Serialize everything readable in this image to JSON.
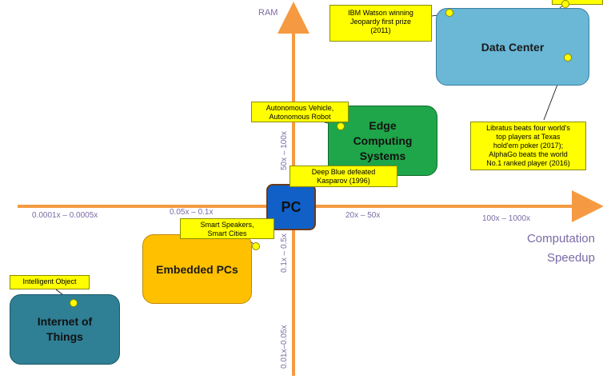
{
  "axes": {
    "y_label": "RAM",
    "x_label_line1": "Computation",
    "x_label_line2": "Speedup",
    "x_ticks": [
      "0.0001x – 0.0005x",
      "0.05x – 0.1x",
      "20x – 50x",
      "100x – 1000x"
    ],
    "y_ticks": [
      "50x – 100x",
      "0.1x – 0.5x",
      "0.01x–0.05x"
    ]
  },
  "nodes": {
    "data_center": "Data Center",
    "edge_line1": "Edge",
    "edge_line2": "Computing",
    "edge_line3": "Systems",
    "pc": "PC",
    "embedded": "Embedded PCs",
    "iot_line1": "Internet of",
    "iot_line2": "Things"
  },
  "callouts": {
    "watson_line1": "IBM Watson winning",
    "watson_line2": "Jeopardy first prize",
    "watson_line3": "(2011)",
    "auto_line1": "Autonomous Vehicle,",
    "auto_line2": "Autonomous Robot",
    "deepblue_line1": "Deep Blue defeated",
    "deepblue_line2": "Kasparov (1996)",
    "libratus_line1": "Libratus beats four world's",
    "libratus_line2": "top players at Texas",
    "libratus_line3": "hold'em poker (2017);",
    "libratus_line4": "AlphaGo beats the world",
    "libratus_line5": "No.1 ranked player (2016)",
    "speakers_line1": "Smart Speakers,",
    "speakers_line2": "Smart Cities",
    "intelligent": "Intelligent Object"
  },
  "colors": {
    "axis": "#f59a42",
    "data_center": "#6ab7d6",
    "edge": "#1fa64a",
    "pc": "#1060c8",
    "embedded": "#ffc000",
    "iot": "#2f7f95",
    "callout": "#ffff00"
  }
}
